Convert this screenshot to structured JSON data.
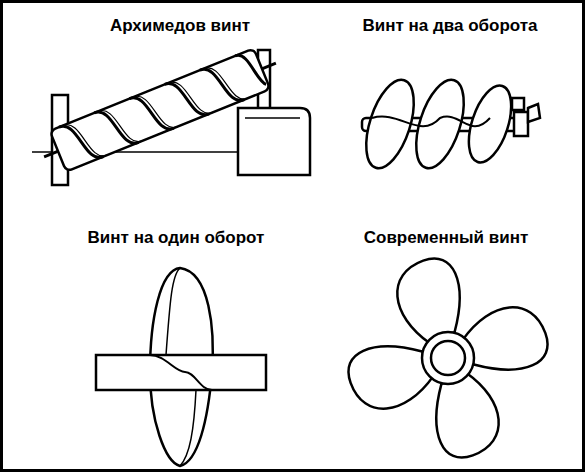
{
  "diagram": {
    "labels": [
      "Архимедов винт",
      "Винт на два оборота",
      "Винт на один оборот",
      "Современный винт"
    ]
  }
}
